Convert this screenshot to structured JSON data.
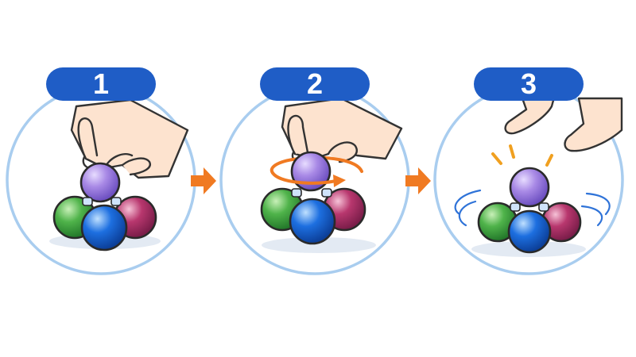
{
  "steps": [
    {
      "label": "1"
    },
    {
      "label": "2"
    },
    {
      "label": "3"
    }
  ],
  "colors": {
    "badge": "#1f5dc6",
    "ring": "#a9cdef",
    "arrow": "#f07a22",
    "sphere_top": "#a98ae6",
    "sphere_green": "#4fb34a",
    "sphere_blue": "#1d6fe0",
    "sphere_magenta": "#b8376e",
    "skin": "#fde3cf"
  },
  "icons": [
    "hand-icon",
    "arrow-right-icon",
    "rotate-icon",
    "motion-lines-icon"
  ]
}
